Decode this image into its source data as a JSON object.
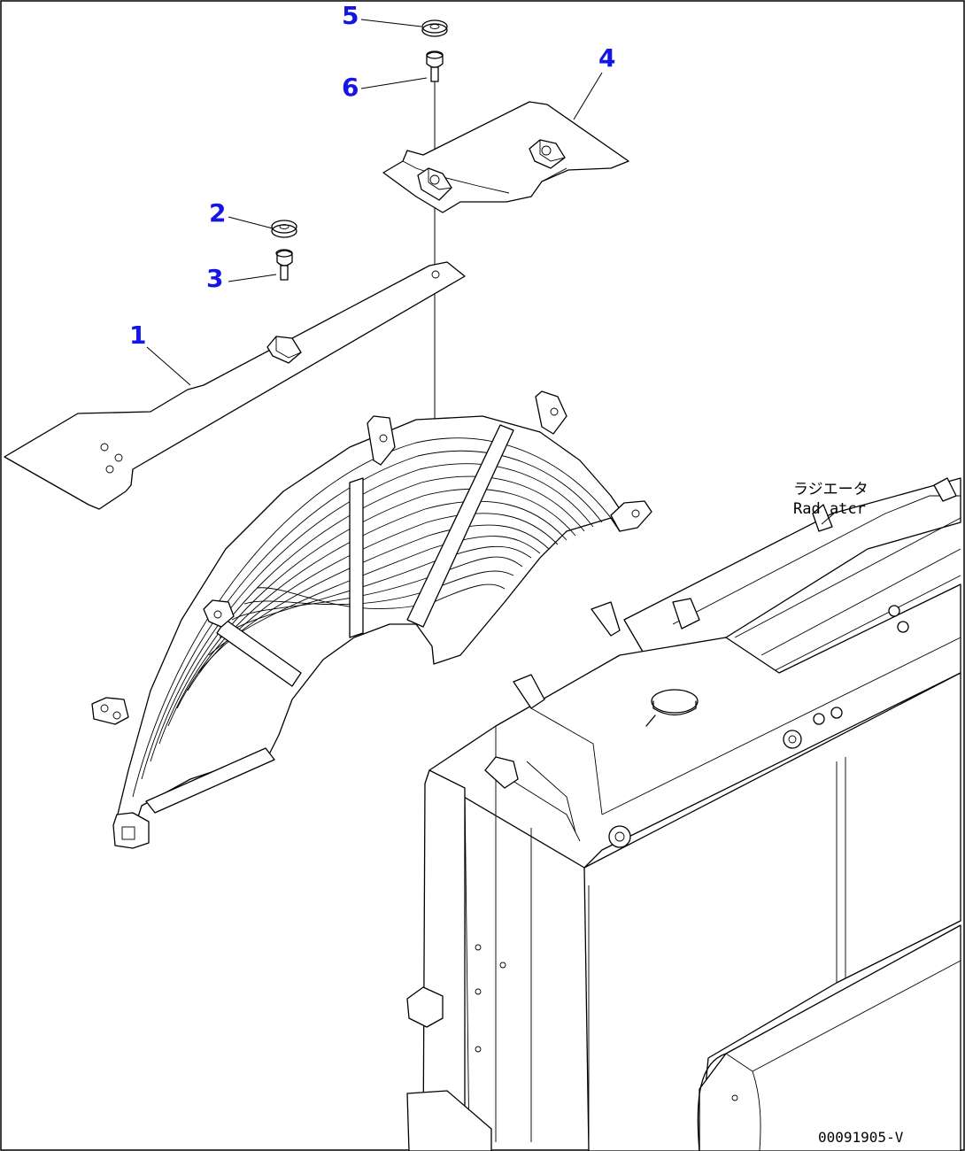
{
  "diagram": {
    "part_numbers": [
      "1",
      "2",
      "3",
      "4",
      "5",
      "6"
    ],
    "radiator_label_jp": "ラジエータ",
    "radiator_label_en": "Rad atcr",
    "reference_code": "00091905-V"
  }
}
